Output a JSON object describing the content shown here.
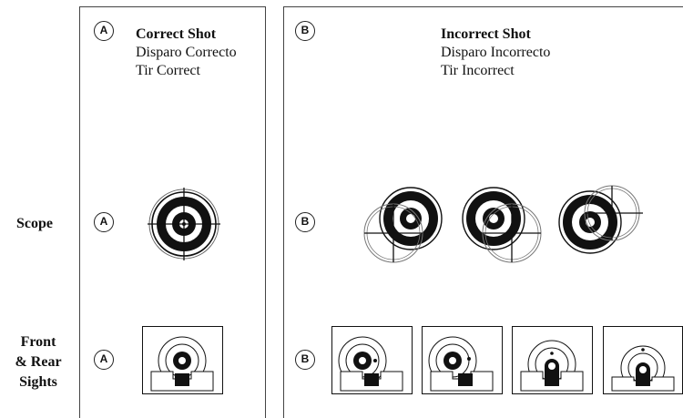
{
  "panels": {
    "a": {
      "badge": "A",
      "title": "Correct Shot",
      "line_es": "Disparo Correcto",
      "line_fr": "Tir Correct"
    },
    "b": {
      "badge": "B",
      "title": "Incorrect Shot",
      "line_es": "Disparo Incorrecto",
      "line_fr": "Tir Incorrect"
    }
  },
  "rows": {
    "scope": {
      "label": "Scope",
      "badge_a": "A",
      "badge_b": "B"
    },
    "sights": {
      "label_lines": [
        "Front",
        "& Rear",
        "Sights"
      ],
      "badge_a": "A",
      "badge_b": "B"
    }
  },
  "colors": {
    "ink": "#111111",
    "line": "#444444",
    "ring": "#777777"
  }
}
